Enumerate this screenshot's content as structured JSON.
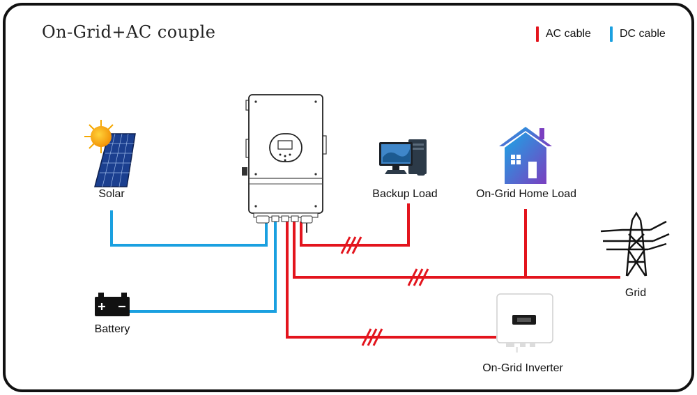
{
  "title": "On-Grid+AC couple",
  "legend": {
    "ac_label": "AC cable",
    "dc_label": "DC cable",
    "ac_color": "#e3141d",
    "dc_color": "#1aa0e0"
  },
  "labels": {
    "solar": "Solar",
    "battery": "Battery",
    "backup_load": "Backup Load",
    "home_load": "On-Grid Home Load",
    "grid": "Grid",
    "ongrid_inverter": "On-Grid Inverter"
  },
  "icons": {
    "hybrid_inverter": "hybrid-inverter-icon",
    "solar": "solar-panel-icon",
    "battery": "battery-icon",
    "backup_load": "desktop-computer-icon",
    "home_load": "house-icon",
    "grid": "transmission-tower-icon",
    "ongrid_inverter": "ongrid-inverter-icon"
  }
}
